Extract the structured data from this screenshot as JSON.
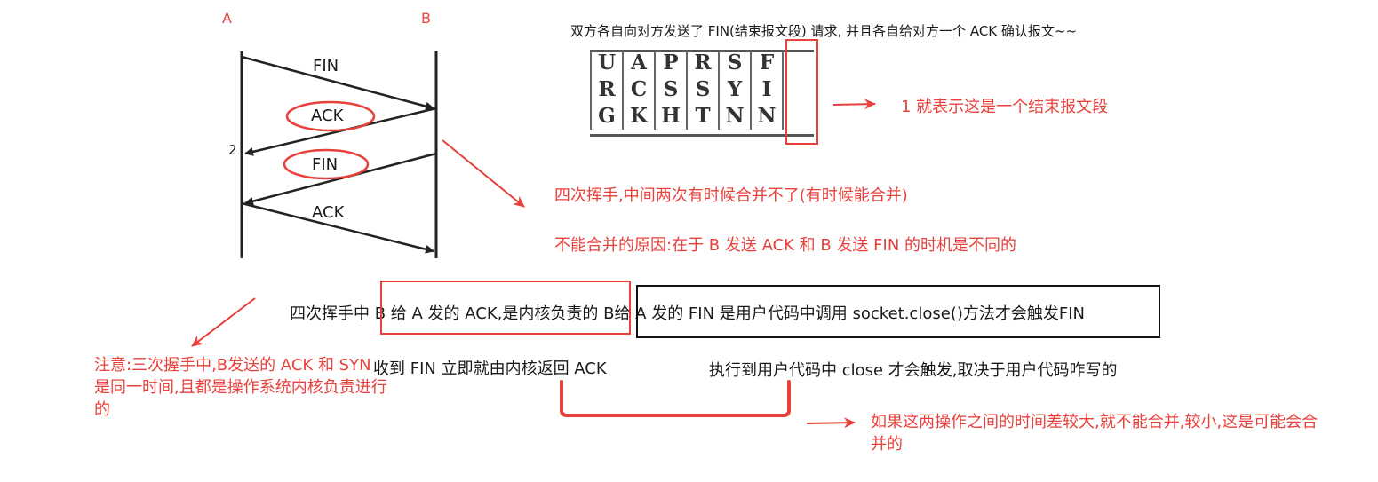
{
  "seq": {
    "label_a": "A",
    "label_b": "B",
    "messages": [
      "FIN",
      "ACK",
      "FIN",
      "ACK"
    ],
    "timeline_mark": "2"
  },
  "flags": {
    "caption": "双方各自向对方发送了 FIN(结束报文段) 请求, 并且各自给对方一个 ACK 确认报文~~",
    "columns": [
      [
        "U",
        "R",
        "G"
      ],
      [
        "A",
        "C",
        "K"
      ],
      [
        "P",
        "S",
        "H"
      ],
      [
        "R",
        "S",
        "T"
      ],
      [
        "S",
        "Y",
        "N"
      ],
      [
        "F",
        "I",
        "N"
      ]
    ],
    "fin_note": "1 就表示这是一个结束报文段"
  },
  "notes": {
    "four_way": "四次挥手,中间两次有时候合并不了(有时候能合并)",
    "reason": "不能合并的原因:在于 B 发送 ACK 和 B 发送 FIN 的时机是不同的",
    "main_prefix": "四次挥手中 ",
    "main_ack": "B 给 A 发的 ACK,是内核负责的 ",
    "main_fin": "B给 A 发的 FIN 是用户代码中调用 socket.close()方法才会触发FIN",
    "ack_detail": "收到 FIN 立即就由内核返回 ACK",
    "fin_detail": "执行到用户代码中 close 才会触发,取决于用户代码咋写的",
    "three_way_note": "注意:三次握手中,B发送的 ACK 和 SYN 是同一时间,且都是操作系统内核负责进行的",
    "merge_note": "如果这两操作之间的时间差较大,就不能合并,较小,这是可能会合并的"
  },
  "colors": {
    "accent_red": "#e8413c",
    "line_dark": "#222222"
  }
}
